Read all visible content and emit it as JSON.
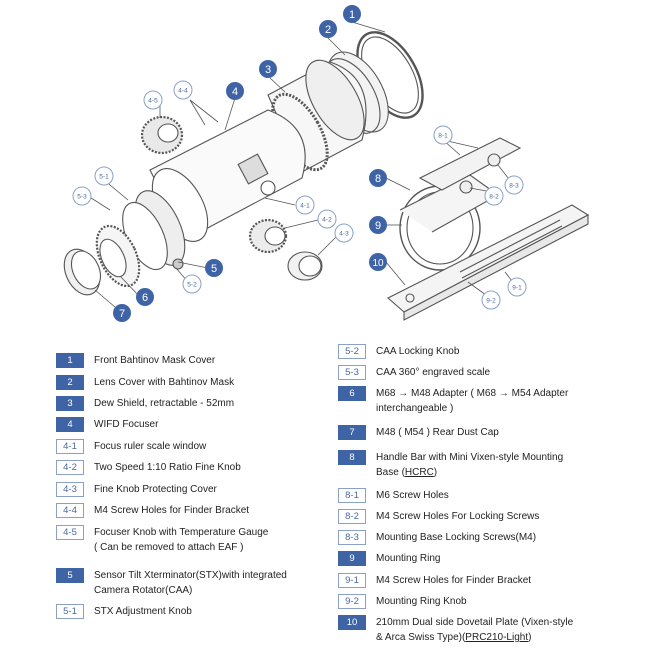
{
  "callouts": {
    "c1": "1",
    "c2": "2",
    "c3": "3",
    "c4": "4",
    "c5": "5",
    "c6": "6",
    "c7": "7",
    "c8": "8",
    "c9": "9",
    "c10": "10",
    "c4_1": "4-1",
    "c4_2": "4-2",
    "c4_3": "4-3",
    "c4_4": "4-4",
    "c4_5": "4-5",
    "c5_1": "5-1",
    "c5_2": "5-2",
    "c5_3": "5-3",
    "c8_1": "8-1",
    "c8_2": "8-2",
    "c8_3": "8-3",
    "c9_1": "9-1",
    "c9_2": "9-2"
  },
  "legend_left": [
    {
      "id": "1",
      "kind": "major",
      "text": "Front Bahtinov Mask Cover"
    },
    {
      "id": "2",
      "kind": "major",
      "text": "Lens Cover with Bahtinov Mask"
    },
    {
      "id": "3",
      "kind": "major",
      "text": "Dew Shield, retractable - 52mm"
    },
    {
      "id": "4",
      "kind": "major",
      "text": "WIFD Focuser"
    },
    {
      "id": "4-1",
      "kind": "minor",
      "text": "Focus ruler scale window"
    },
    {
      "id": "4-2",
      "kind": "minor",
      "text": "Two Speed 1:10 Ratio Fine Knob"
    },
    {
      "id": "4-3",
      "kind": "minor",
      "text": "Fine Knob Protecting Cover"
    },
    {
      "id": "4-4",
      "kind": "minor",
      "text": "M4 Screw Holes for Finder Bracket"
    },
    {
      "id": "4-5",
      "kind": "minor",
      "text": "Focuser Knob with Temperature Gauge",
      "text2": "( Can be removed to attach EAF )"
    },
    {
      "id": "5",
      "kind": "major",
      "text": "Sensor Tilt Xterminator(STX)with integrated",
      "text2": "Camera Rotator(CAA)"
    },
    {
      "id": "5-1",
      "kind": "minor",
      "text": "STX Adjustment Knob"
    }
  ],
  "legend_right": [
    {
      "id": "5-2",
      "kind": "minor",
      "text": "CAA Locking Knob"
    },
    {
      "id": "5-3",
      "kind": "minor",
      "text": "CAA 360° engraved scale"
    },
    {
      "id": "6",
      "kind": "major",
      "text": "M68 → M48 Adapter ( M68 → M54 Adapter",
      "text2": "interchangeable )"
    },
    {
      "id": "7",
      "kind": "major",
      "text": "M48 ( M54 ) Rear Dust Cap"
    },
    {
      "id": "8",
      "kind": "major",
      "text": "Handle Bar with Mini Vixen-style Mounting",
      "text2a": "Base (",
      "text2u": "HCRC",
      "text2b": ")"
    },
    {
      "id": "8-1",
      "kind": "minor",
      "text": "M6 Screw Holes"
    },
    {
      "id": "8-2",
      "kind": "minor",
      "text": "M4 Screw Holes For Locking Screws"
    },
    {
      "id": "8-3",
      "kind": "minor",
      "text": "Mounting Base Locking Screws(M4)"
    },
    {
      "id": "9",
      "kind": "major",
      "text": "Mounting Ring"
    },
    {
      "id": "9-1",
      "kind": "minor",
      "text": "M4 Screw Holes for Finder Bracket"
    },
    {
      "id": "9-2",
      "kind": "minor",
      "text": "Mounting Ring Knob"
    },
    {
      "id": "10",
      "kind": "major",
      "text": "210mm Dual side Dovetail Plate (Vixen-style",
      "text2a": "& Arca Swiss Type)(",
      "text2u": "PRC210-Light",
      "text2b": ")"
    }
  ],
  "colors": {
    "major_badge": "#3f64a6",
    "minor_badge_border": "#8aa0c6",
    "callout_fill": "#3f64a6",
    "line_art": "#555555"
  }
}
